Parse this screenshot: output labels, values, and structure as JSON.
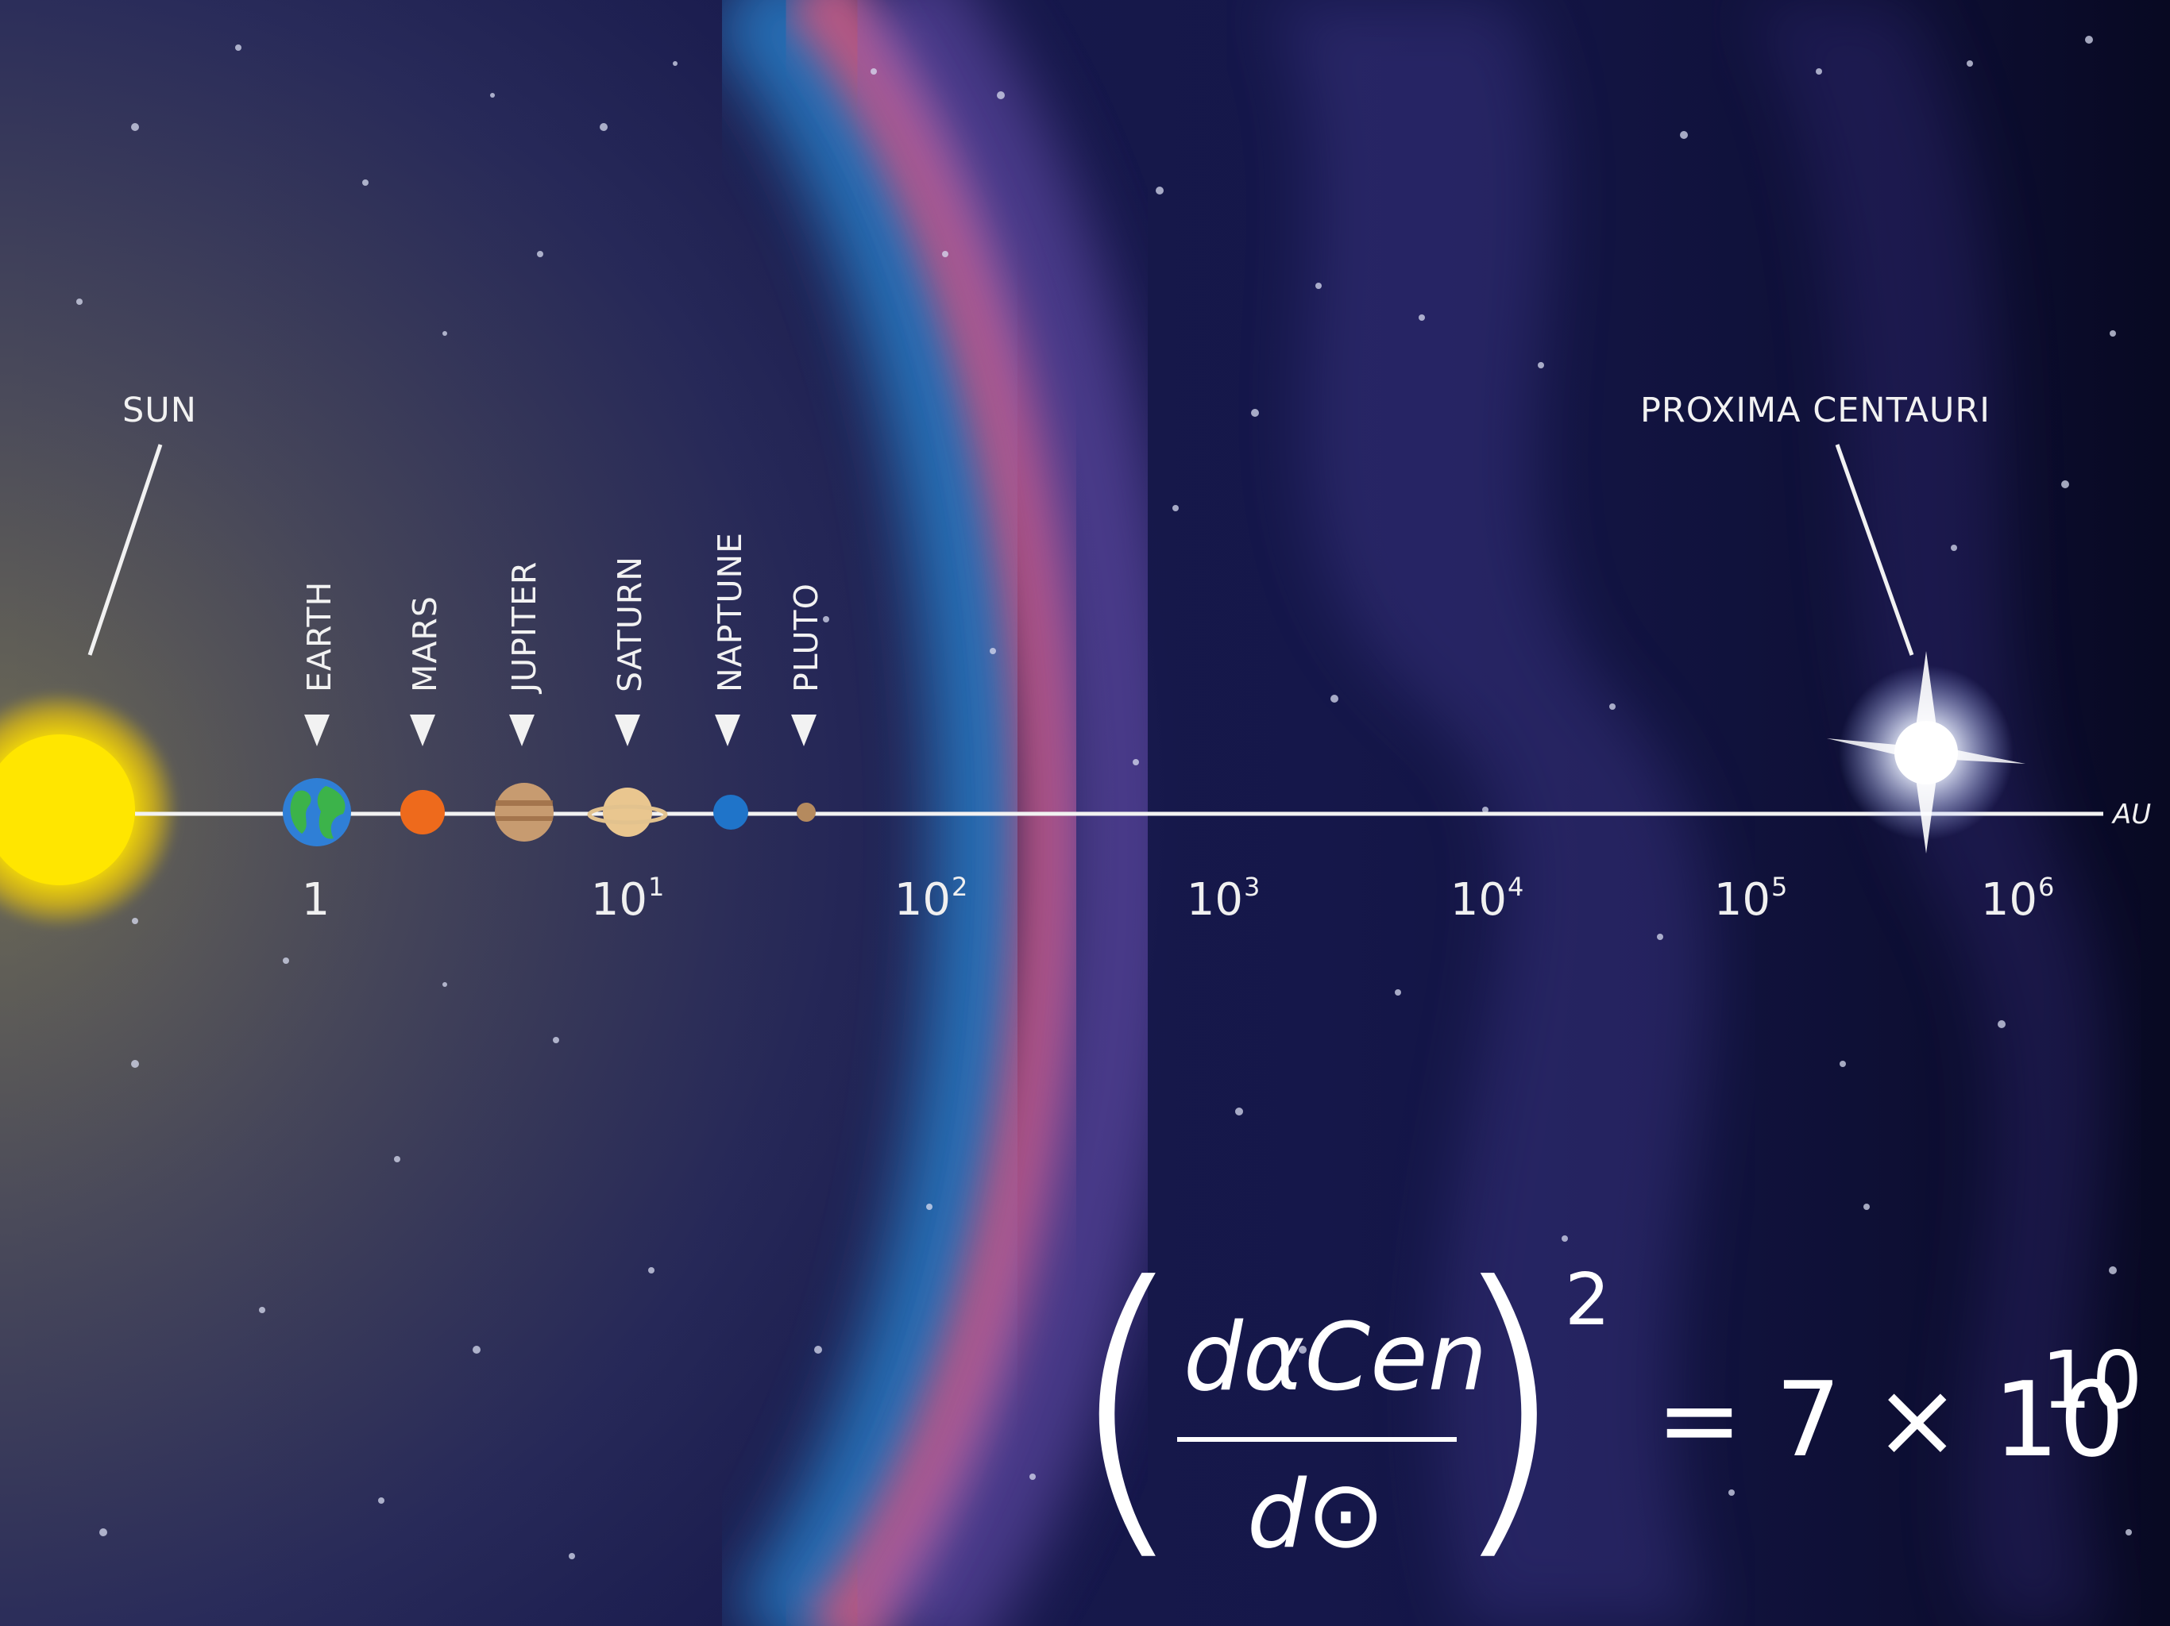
{
  "labels": {
    "sun": "SUN",
    "proxima": "PROXIMA CENTAURI",
    "axis_unit": "AU"
  },
  "planets": [
    {
      "name": "EARTH",
      "color": "#2f7fd6"
    },
    {
      "name": "MARS",
      "color": "#ee6a1c"
    },
    {
      "name": "JUPITER",
      "color": "#b98c62"
    },
    {
      "name": "SATURN",
      "color": "#e9c68f"
    },
    {
      "name": "NAPTUNE",
      "color": "#1f74c9"
    },
    {
      "name": "PLUTO",
      "color": "#b58a5e"
    }
  ],
  "ticks": [
    {
      "base": "1",
      "exp": ""
    },
    {
      "base": "10",
      "exp": "1"
    },
    {
      "base": "10",
      "exp": "2"
    },
    {
      "base": "10",
      "exp": "3"
    },
    {
      "base": "10",
      "exp": "4"
    },
    {
      "base": "10",
      "exp": "5"
    },
    {
      "base": "10",
      "exp": "6"
    }
  ],
  "formula": {
    "numerator": "dαCen",
    "denominator": "d⊙",
    "power": "2",
    "equals": "= 7 × 10",
    "exponent": "10"
  },
  "colors": {
    "sun": "#ffe600",
    "axis": "#f2f2f2",
    "band_pink": "#c8527a",
    "band_blue": "#2a7fd4"
  }
}
